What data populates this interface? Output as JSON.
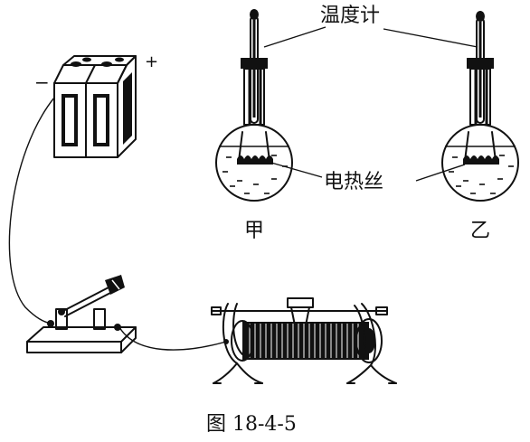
{
  "labels": {
    "thermometer": "温度计",
    "heating_wire": "电热丝",
    "flask_left": "甲",
    "flask_right": "乙",
    "caption": "图 18-4-5",
    "battery_negative": "−",
    "battery_positive": "+"
  }
}
